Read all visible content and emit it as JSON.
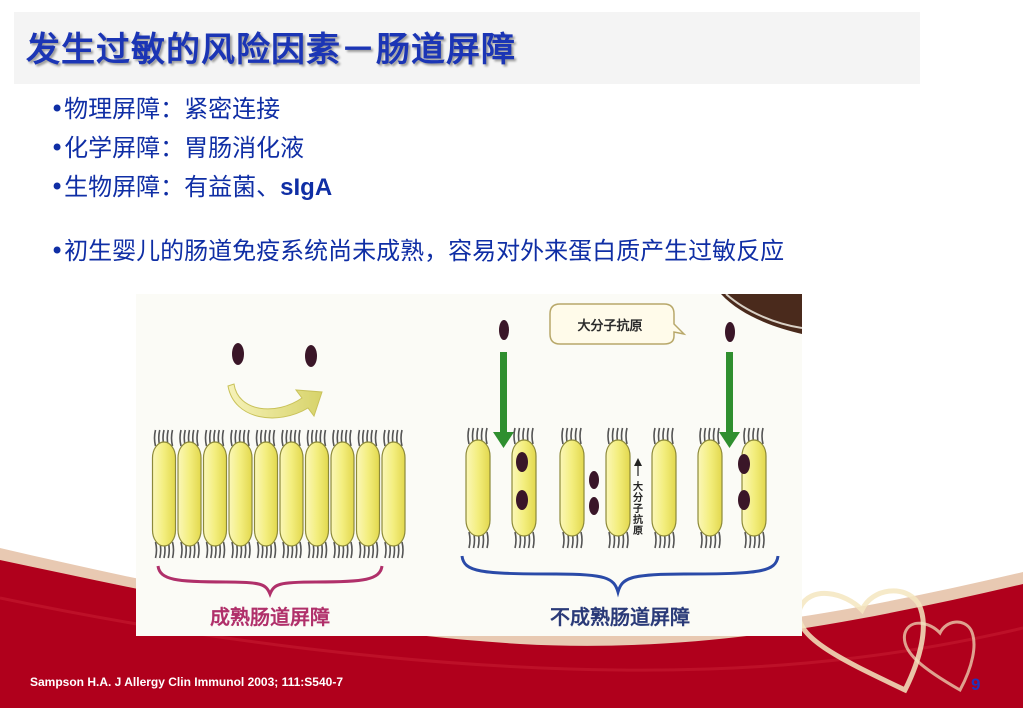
{
  "slide": {
    "title": "发生过敏的风险因素－肠道屏障",
    "bullets": [
      {
        "marker": "•",
        "label": "物理屏障：",
        "text": "紧密连接"
      },
      {
        "marker": "•",
        "label": "化学屏障：",
        "text": "胃肠消化液"
      },
      {
        "marker": "•",
        "label": "生物屏障：",
        "text": "有益菌、",
        "strong": "sIgA"
      }
    ],
    "paragraph": {
      "marker": "•",
      "text": "初生婴儿的肠道免疫系统尚未成熟，容易对外来蛋白质产生过敏反应"
    },
    "citation": "Sampson H.A. J Allergy Clin Immunol 2003; 111:S540-7",
    "page_number": "9"
  },
  "figure": {
    "callout": "大分子抗原",
    "vertical_label": "大分子抗原",
    "mature_label": "成熟肠道屏障",
    "immature_label": "不成熟肠道屏障",
    "colors": {
      "title": "#1b35b5",
      "body_text": "#0f2ea5",
      "cell_fill": "#f3ee7e",
      "arrow_green": "#2f8f2f",
      "mature_brace": "#b0306a",
      "immature_brace": "#2a4aa8",
      "footer_red": "#b0001c"
    }
  }
}
